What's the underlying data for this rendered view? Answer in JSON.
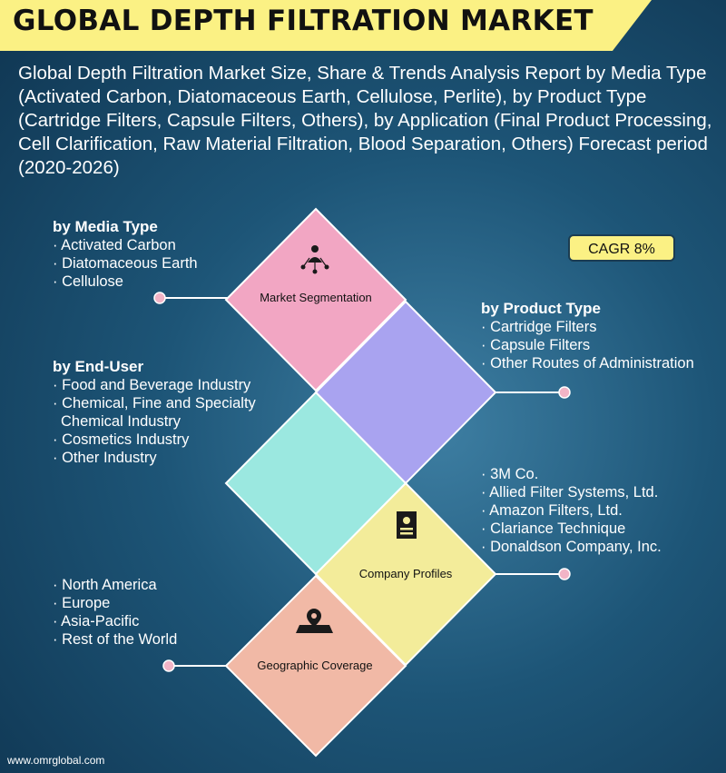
{
  "title": "GLOBAL DEPTH FILTRATION MARKET",
  "subtitle": "Global Depth Filtration Market Size, Share & Trends Analysis Report by Media Type (Activated Carbon, Diatomaceous Earth, Cellulose, Perlite), by Product Type (Cartridge Filters, Capsule Filters, Others), by Application (Final Product Processing, Cell Clarification, Raw Material Filtration, Blood Separation, Others) Forecast period (2020-2026)",
  "cagr": "CAGR 8%",
  "diamonds": {
    "segmentation": "Market Segmentation",
    "profiles": "Company Profiles",
    "geographic": "Geographic Coverage"
  },
  "media_type": {
    "heading": "by Media Type",
    "items": [
      "Activated Carbon",
      "Diatomaceous Earth",
      "Cellulose"
    ]
  },
  "product_type": {
    "heading": "by Product Type",
    "items": [
      "Cartridge Filters",
      "Capsule Filters",
      "Other Routes of Administration"
    ]
  },
  "end_user": {
    "heading": "by End-User",
    "items": [
      "Food and Beverage Industry",
      "Chemical, Fine and Specialty",
      "Chemical Industry",
      "Cosmetics Industry",
      "Other Industry"
    ]
  },
  "companies": {
    "items": [
      "3M Co.",
      "Allied Filter Systems, Ltd.",
      "Amazon Filters, Ltd.",
      "Clariance Technique",
      "Donaldson Company, Inc."
    ]
  },
  "regions": {
    "items": [
      "North America",
      "Europe",
      "Asia-Pacific",
      "Rest of the World"
    ]
  },
  "icons": {
    "segmentation": "people-network-icon",
    "profiles": "document-profile-icon",
    "geographic": "map-pin-icon"
  },
  "colors": {
    "banner": "#fbf184",
    "segmentation": "#f2a6c3",
    "product": "#a9a3f0",
    "end_user": "#9be8e0",
    "profiles": "#f3ec9a",
    "geographic": "#f1b9a6",
    "connector_dot": "#f2b4c6"
  },
  "footer": "www.omrglobal.com"
}
